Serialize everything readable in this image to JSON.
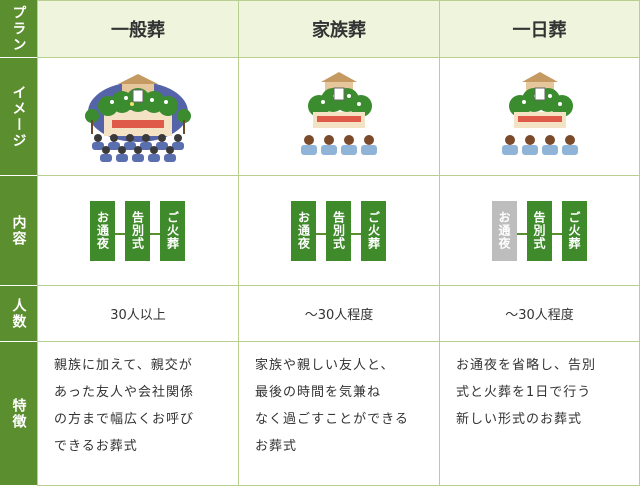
{
  "row_labels": {
    "plan": "プラン",
    "image": "イメージ",
    "content": "内容",
    "people": "人数",
    "feature": "特徴"
  },
  "plans": [
    {
      "name": "一般葬",
      "steps": [
        "お通夜",
        "告別式",
        "ご火葬"
      ],
      "omitted_step": null,
      "people": "30人以上",
      "feature_lines": [
        "親族に加えて、親交が",
        "あった友人や会社関係",
        "の方まで幅広くお呼び",
        "できるお葬式"
      ]
    },
    {
      "name": "家族葬",
      "steps": [
        "お通夜",
        "告別式",
        "ご火葬"
      ],
      "omitted_step": null,
      "people": "～30人程度",
      "feature_lines": [
        "家族や親しい友人と、",
        "最後の時間を気兼ね",
        "なく過ごすことができる",
        "お葬式"
      ]
    },
    {
      "name": "一日葬",
      "steps": [
        "お通夜",
        "告別式",
        "ご火葬"
      ],
      "omitted_step": 0,
      "people": "～30人程度",
      "feature_lines": [
        "お通夜を省略し、告別",
        "式と火葬を1日で行う",
        "新しい形式のお葬式"
      ]
    }
  ],
  "colors": {
    "label_green": "#5b8e2e",
    "header_bg": "#eef5dc",
    "step_green": "#3f8a2a",
    "step_gray": "#bdbdbd"
  },
  "icons": [
    "large-funeral-altar-icon",
    "family-funeral-altar-icon",
    "one-day-funeral-altar-icon"
  ]
}
